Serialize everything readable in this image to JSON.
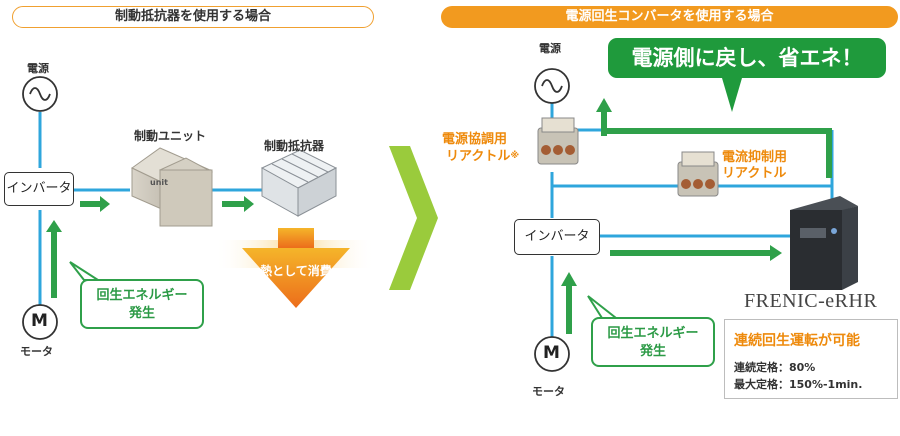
{
  "left_panel": {
    "header": "制動抵抗器を使用する場合",
    "power_label": "電源",
    "inverter_label": "インバータ",
    "brake_unit_label": "制動ユニット",
    "resistor_label": "制動抵抗器",
    "heat_label": "熱として消費",
    "regen_line1": "回生エネルギー",
    "regen_line2": "発生",
    "motor_letter": "M",
    "motor_label": "モータ",
    "unit_text": "unit"
  },
  "right_panel": {
    "header": "電源回生コンバータを使用する場合",
    "power_label": "電源",
    "banner": "電源側に戻し、省エネ！",
    "reactor1_line1": "電源協調用",
    "reactor1_line2": "リアクトル",
    "reactor1_note": "※",
    "reactor2_line1": "電流抑制用",
    "reactor2_line2": "リアクトル",
    "inverter_label": "インバータ",
    "regen_line1": "回生エネルギー",
    "regen_line2": "発生",
    "motor_letter": "M",
    "motor_label": "モータ",
    "brand": "FRENIC-eRHR",
    "spec_title": "連続回生運転が可能",
    "spec_line1": "連続定格：80%",
    "spec_line2": "最大定格：150%-1min."
  },
  "colors": {
    "orange": "#f29a1f",
    "green": "#1f9a3c",
    "line_blue": "#2fa6dc",
    "arrow_green": "#2fa04a",
    "transition_arrow": "#9acb3c"
  }
}
